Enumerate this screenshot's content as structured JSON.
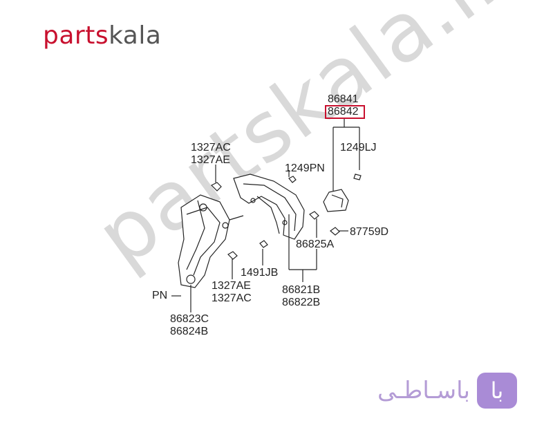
{
  "logo": {
    "part1": "parts",
    "part2": "kala"
  },
  "watermark": {
    "text": "partskala.ir"
  },
  "brand": {
    "text": "باسـاطـی",
    "box": "با"
  },
  "labels": {
    "p86841": "86841",
    "p86842": "86842",
    "p1249LJ": "1249LJ",
    "p1249PN": "1249PN",
    "p1327AC_top": "1327AC",
    "p1327AE_top": "1327AE",
    "p87759D": "87759D",
    "p86825A": "86825A",
    "p1491JB": "1491JB",
    "p1327AE_bot": "1327AE",
    "p1327AC_bot": "1327AC",
    "pPN": "PN",
    "p86821B": "86821B",
    "p86822B": "86822B",
    "p86823C": "86823C",
    "p86824B": "86824B"
  },
  "highlight_color": "#c8102e"
}
